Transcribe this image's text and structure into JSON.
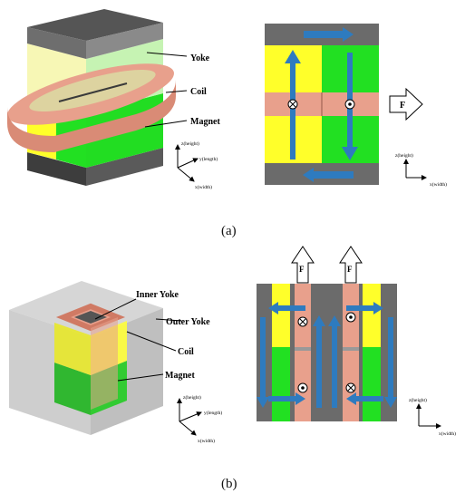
{
  "panel_a": {
    "label": "(a)",
    "labels": {
      "yoke": "Yoke",
      "coil": "Coil",
      "magnet": "Magnet"
    },
    "axes": {
      "z": "z(height)",
      "y": "y(length)",
      "x": "x(width)"
    },
    "force": "F"
  },
  "panel_b": {
    "label": "(b)",
    "labels": {
      "inner_yoke": "Inner Yoke",
      "outer_yoke": "Outer Yoke",
      "coil": "Coil",
      "magnet": "Magnet"
    },
    "axes": {
      "z": "z(height)",
      "y": "y(length)",
      "x": "x(width)"
    },
    "force": "F"
  },
  "colors": {
    "yoke": "#6b6b6b",
    "yoke_dark": "#4f4f4f",
    "magnet_yellow": "#ffff2a",
    "magnet_green": "#22e022",
    "coil": "#e8a08c",
    "flux_arrow": "#2e7bbf",
    "outer_yoke_glass": "#c4c4c4"
  }
}
